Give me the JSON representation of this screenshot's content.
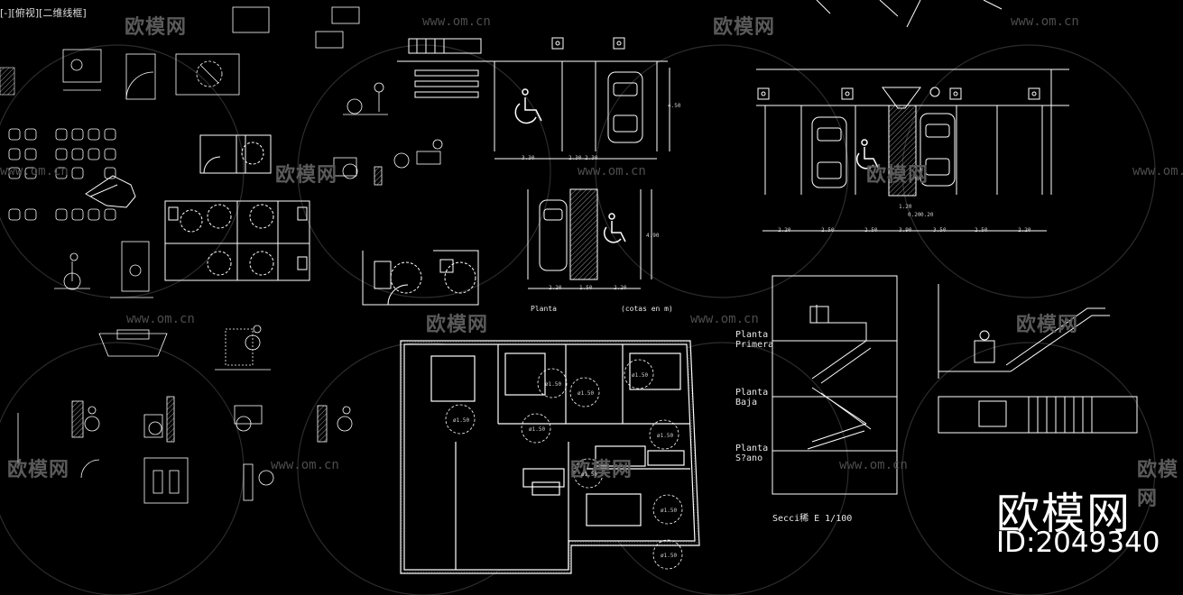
{
  "tab_title": "[-][俯视][二维线框]",
  "watermark": {
    "brand": "欧模网",
    "url": "www.om.cn"
  },
  "corner_brand": "欧模网",
  "corner_id": "ID:2049340",
  "labels": {
    "planta": "Planta",
    "cotas": "(cotas en m)",
    "planta_primera_1": "Planta",
    "planta_primera_2": "Primera",
    "planta_baja_1": "Planta",
    "planta_baja_2": "Baja",
    "planta_sotano_1": "Planta",
    "planta_sotano_2": "S?ano",
    "seccion": "Secci稀  E 1/100"
  },
  "dimensions": {
    "parking_top": [
      "3.30",
      "2.30",
      "2.30"
    ],
    "parking_right": [
      "2.20",
      "2.50",
      "2.50",
      "3.90",
      "3.50",
      "2.50",
      "2.20"
    ],
    "parking_diag": [
      "2.20",
      "1.50",
      "2.20"
    ],
    "side_height": "4.50",
    "side_height2": "4.90",
    "bottom_small": [
      "1.20",
      "0.20",
      "0.20"
    ]
  },
  "room_circles": [
    "ø1.50",
    "ø1.50",
    "ø1.50",
    "ø1.50",
    "ø1.50",
    "ø1.50",
    "ø1.50",
    "ø1.50",
    "ø1.50"
  ],
  "colors": {
    "background": "#000000",
    "lines": "#ffffff",
    "watermark": "#555555"
  }
}
